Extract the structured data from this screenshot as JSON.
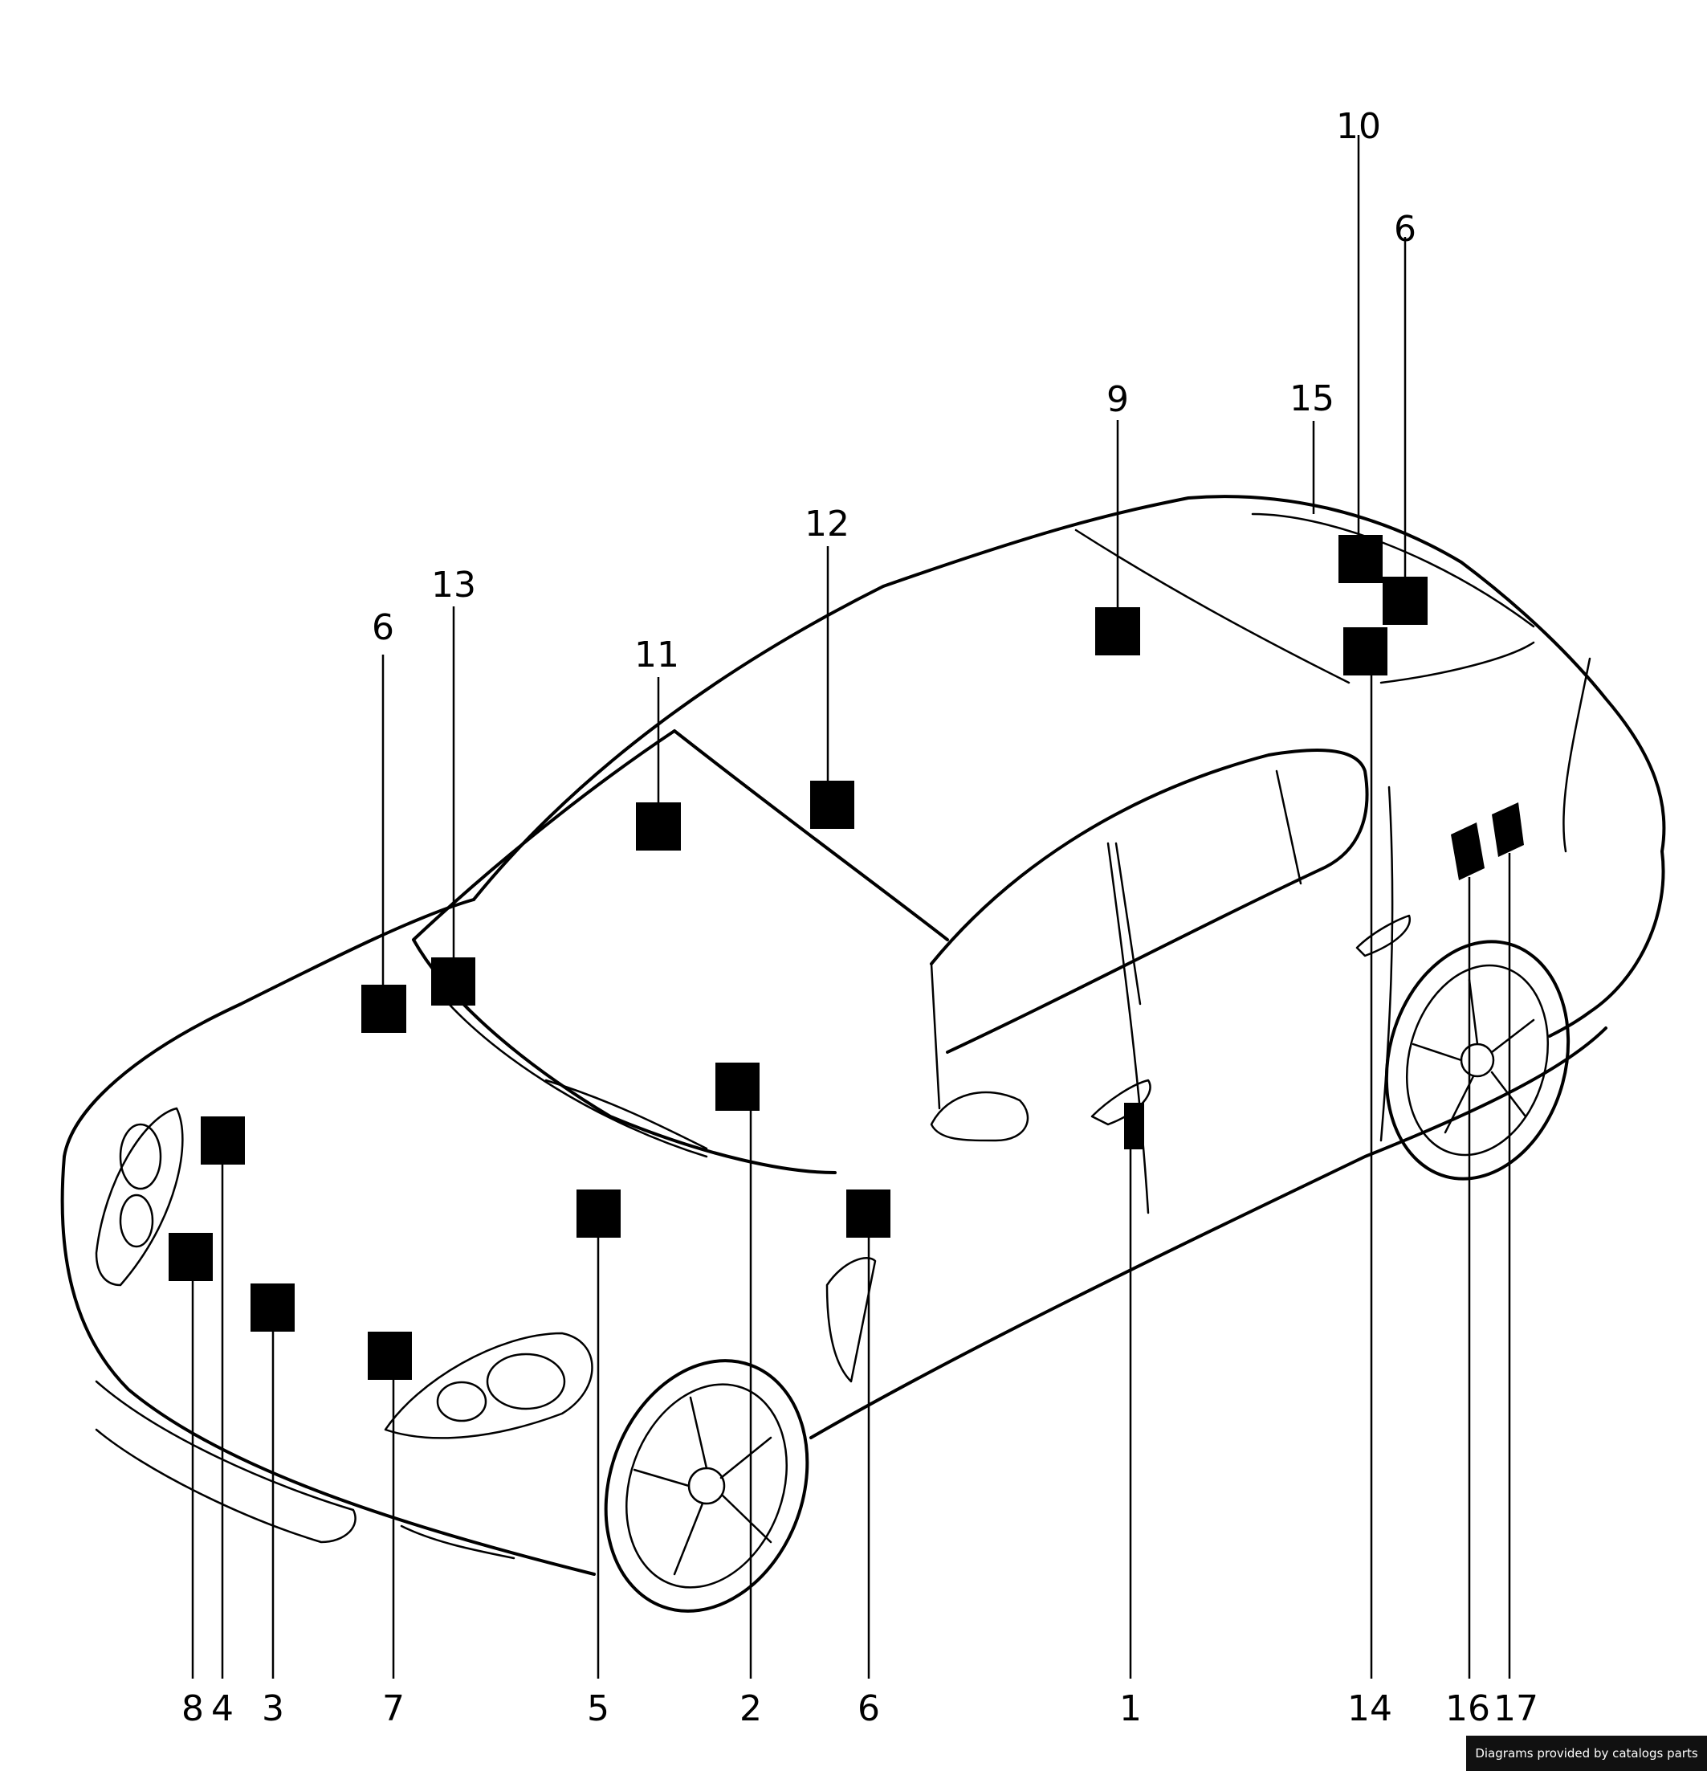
{
  "diagram": {
    "callouts": [
      {
        "id": "c1",
        "label": "1"
      },
      {
        "id": "c2",
        "label": "2"
      },
      {
        "id": "c3",
        "label": "3"
      },
      {
        "id": "c4",
        "label": "4"
      },
      {
        "id": "c5",
        "label": "5"
      },
      {
        "id": "c6a",
        "label": "6"
      },
      {
        "id": "c6b",
        "label": "6"
      },
      {
        "id": "c6c",
        "label": "6"
      },
      {
        "id": "c7",
        "label": "7"
      },
      {
        "id": "c8",
        "label": "8"
      },
      {
        "id": "c9",
        "label": "9"
      },
      {
        "id": "c10",
        "label": "10"
      },
      {
        "id": "c11",
        "label": "11"
      },
      {
        "id": "c12",
        "label": "12"
      },
      {
        "id": "c13",
        "label": "13"
      },
      {
        "id": "c14",
        "label": "14"
      },
      {
        "id": "c15",
        "label": "15"
      },
      {
        "id": "c16",
        "label": "16"
      },
      {
        "id": "c17",
        "label": "17"
      }
    ]
  },
  "footer": {
    "credit": "Diagrams provided by catalogs parts"
  }
}
